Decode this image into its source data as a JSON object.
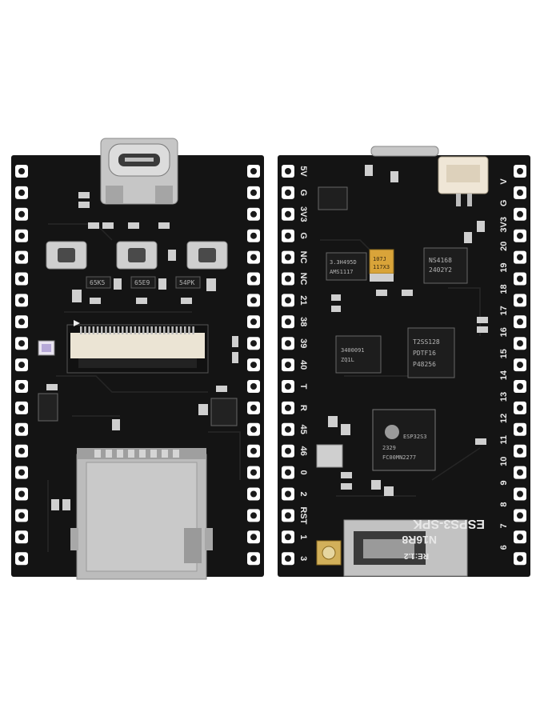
{
  "colors": {
    "background": "#ffffff",
    "pcb": "#141414",
    "pcb_edge": "#0a0a0a",
    "pad": "#ffffff",
    "metal": "#bdbdbd",
    "chip": "#1c1c1c"
  },
  "back_board": {
    "buttons_count": 3,
    "chip_marks": [
      "65K5",
      "65E9",
      "54PK"
    ],
    "components": [
      "usb-c-connector",
      "tactile-button",
      "ffc-connector",
      "sd-card-slot",
      "led"
    ]
  },
  "front_board": {
    "left_pin_labels": [
      "5V",
      "G",
      "3V3",
      "G",
      "NC",
      "NC",
      "21",
      "38",
      "39",
      "40",
      "T",
      "R",
      "45",
      "46",
      "0",
      "2",
      "RST",
      "1",
      "3"
    ],
    "right_pin_labels": [
      "V",
      "G",
      "3V3",
      "20",
      "19",
      "18",
      "17",
      "16",
      "15",
      "14",
      "13",
      "12",
      "11",
      "10",
      "9",
      "8",
      "7",
      "6"
    ],
    "board_name": "ESPS3-SPK",
    "board_variant": "N16R8",
    "revision": "RE:1.2",
    "chips": {
      "ldo_label": "3.3H495D",
      "ldo_part": "AMS1117",
      "cap_label": "107J",
      "cap_sub": "117X3",
      "amp_label": "NS4168",
      "amp_sub": "2402Y2",
      "flash_label": "3400091",
      "flash_sub": "ZQ1L",
      "mic_label": "T2SS128",
      "mic_sub": "PDTF16",
      "mic_sub2": "P48256",
      "mcu_label": "ESP32S3",
      "mcu_sub": "FC00MN2277",
      "mcu_sub2": "2329"
    }
  }
}
